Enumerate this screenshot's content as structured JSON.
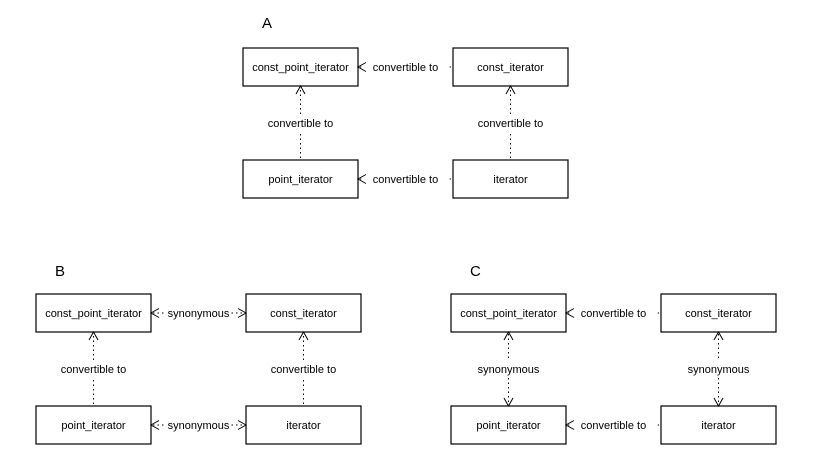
{
  "panels": [
    {
      "letter": "A",
      "nodes": {
        "cpi": "const_point_iterator",
        "ci": "const_iterator",
        "pi": "point_iterator",
        "it": "iterator"
      },
      "edges": [
        {
          "from": "ci",
          "to": "cpi",
          "label": "convertible to",
          "bidirectional": false
        },
        {
          "from": "pi",
          "to": "cpi",
          "label": "convertible to",
          "bidirectional": false
        },
        {
          "from": "it",
          "to": "ci",
          "label": "convertible to",
          "bidirectional": false
        },
        {
          "from": "it",
          "to": "pi",
          "label": "convertible to",
          "bidirectional": false
        }
      ]
    },
    {
      "letter": "B",
      "nodes": {
        "cpi": "const_point_iterator",
        "ci": "const_iterator",
        "pi": "point_iterator",
        "it": "iterator"
      },
      "edges": [
        {
          "from": "cpi",
          "to": "ci",
          "label": "synonymous",
          "bidirectional": true
        },
        {
          "from": "pi",
          "to": "cpi",
          "label": "convertible to",
          "bidirectional": false
        },
        {
          "from": "it",
          "to": "ci",
          "label": "convertible to",
          "bidirectional": false
        },
        {
          "from": "pi",
          "to": "it",
          "label": "synonymous",
          "bidirectional": true
        }
      ]
    },
    {
      "letter": "C",
      "nodes": {
        "cpi": "const_point_iterator",
        "ci": "const_iterator",
        "pi": "point_iterator",
        "it": "iterator"
      },
      "edges": [
        {
          "from": "ci",
          "to": "cpi",
          "label": "convertible to",
          "bidirectional": false
        },
        {
          "from": "cpi",
          "to": "pi",
          "label": "synonymous",
          "bidirectional": true
        },
        {
          "from": "ci",
          "to": "it",
          "label": "synonymous",
          "bidirectional": true
        },
        {
          "from": "it",
          "to": "pi",
          "label": "convertible to",
          "bidirectional": false
        }
      ]
    }
  ]
}
